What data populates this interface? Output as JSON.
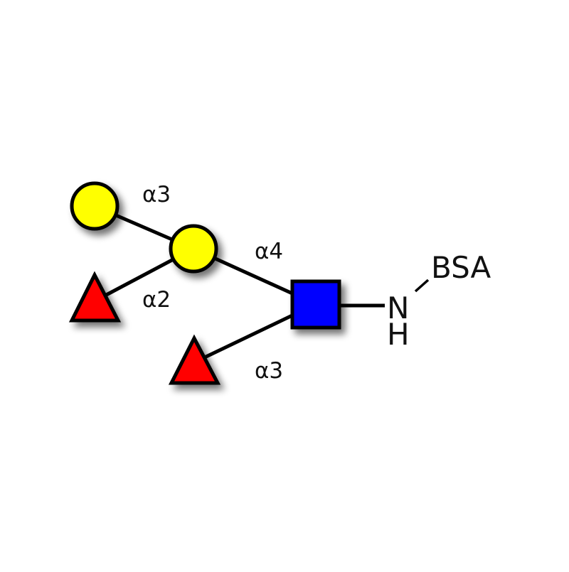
{
  "diagram": {
    "type": "glycan-structure",
    "colors": {
      "galactose": "#ffff00",
      "fucose": "#ff0000",
      "glcnac": "#0000ff",
      "outline": "#000000"
    },
    "residues": [
      {
        "id": "gal-terminal",
        "symbol": "yellow-circle"
      },
      {
        "id": "gal-core",
        "symbol": "yellow-circle"
      },
      {
        "id": "fuc-a2",
        "symbol": "red-triangle"
      },
      {
        "id": "glcnac",
        "symbol": "blue-square"
      },
      {
        "id": "fuc-a3",
        "symbol": "red-triangle"
      }
    ],
    "linkages": {
      "gal_gal": "α3",
      "fuc_gal": "α2",
      "gal_glcnac": "α4",
      "fuc_glcnac": "α3"
    },
    "aglycone": {
      "n": "N",
      "h": "H",
      "carrier": "BSA"
    }
  }
}
